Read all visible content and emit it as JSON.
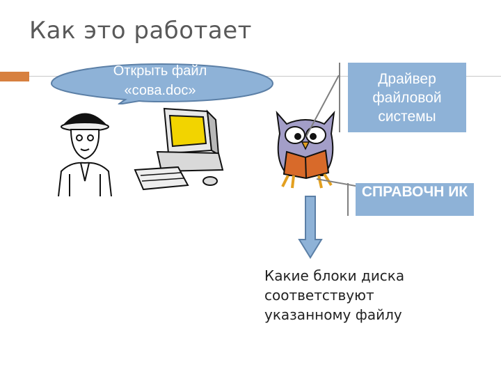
{
  "slide": {
    "title": "Как это работает",
    "bubble_line1": "Открыть файл",
    "bubble_line2": "«сова.doc»",
    "driver_box": "Драйвер файловой системы",
    "reference_box": "СПРАВОЧН ИК",
    "result_line1": "Какие блоки диска",
    "result_line2": "соответствуют",
    "result_line3": "указанному файлу"
  },
  "colors": {
    "accent": "#d7803f",
    "box_fill": "#8eb2d7",
    "bubble_fill": "#8eb2d7",
    "arrow_fill": "#8eb2d7",
    "monitor_screen": "#f2d400"
  },
  "icons": [
    "man-icon",
    "computer-icon",
    "owl-reading-icon",
    "down-arrow-icon"
  ]
}
